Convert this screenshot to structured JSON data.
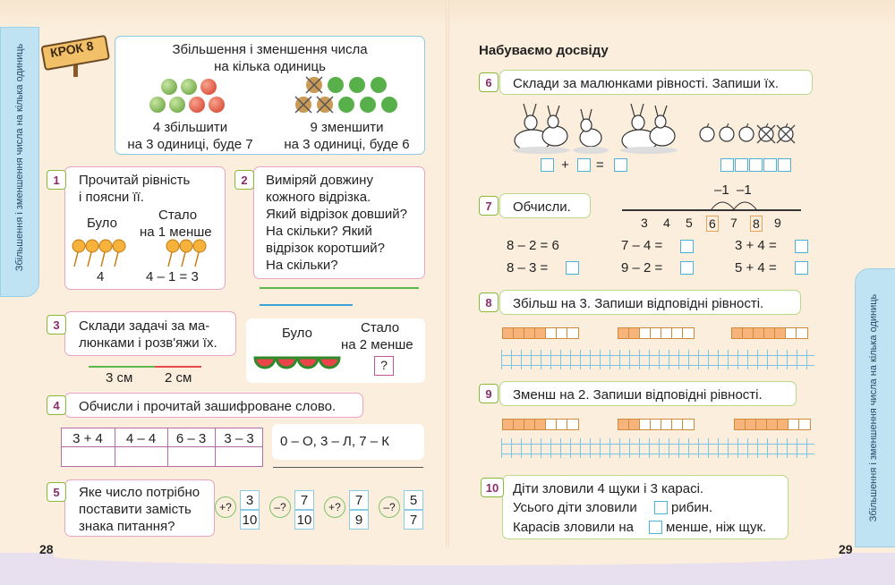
{
  "spine_text": "Збільшення і зменшення числа на кілька одиниць",
  "step": "КРОК 8",
  "header": {
    "title_line1": "Збільшення і зменшення числа",
    "title_line2": "на кілька одиниць",
    "left_caption1": "4 збільшити",
    "left_caption2": "на 3 одиниці, буде 7",
    "right_caption1": "9 зменшити",
    "right_caption2": "на 3 одиниці, буде 6"
  },
  "ex1": {
    "num": "1",
    "line1": "Прочитай рівність",
    "line2": "і поясни її.",
    "was": "Було",
    "now1": "Стало",
    "now2": "на 1 менше",
    "val_left": "4",
    "val_right": "4 – 1 = 3"
  },
  "ex2": {
    "num": "2",
    "lines": [
      "Виміряй довжину",
      "кожного відрізка.",
      "Який відрізок довший?",
      "На скільки? Який",
      "відрізок коротший?",
      "На скільки?"
    ]
  },
  "ex3": {
    "num": "3",
    "line1": "Склади задачі за ма-",
    "line2": "люнками і розв'яжи їх.",
    "seg_left": "3 см",
    "seg_right": "2 см",
    "was": "Було",
    "now1": "Стало",
    "now2": "на 2 менше",
    "q": "?"
  },
  "ex4": {
    "num": "4",
    "text": "Обчисли і прочитай зашифроване слово.",
    "cells": [
      "3 + 4",
      "4 – 4",
      "6 – 3",
      "3 – 3"
    ],
    "key": "0 – О, 3 – Л, 7 – К"
  },
  "ex5": {
    "num": "5",
    "line1": "Яке число потрібно",
    "line2": "поставити замість",
    "line3": "знака питання?",
    "items": [
      {
        "op": "+?",
        "top": "3",
        "bottom": "10"
      },
      {
        "op": "–?",
        "top": "7",
        "bottom": "10"
      },
      {
        "op": "+?",
        "top": "7",
        "bottom": "9"
      },
      {
        "op": "–?",
        "top": "5",
        "bottom": "7"
      }
    ]
  },
  "page_left": "28",
  "page_right": "29",
  "right": {
    "heading": "Набуваємо досвіду",
    "ex6": {
      "num": "6",
      "text": "Склади за малюнками рівності. Запиши їх.",
      "plus": "+",
      "eq": "="
    },
    "ex7": {
      "num": "7",
      "text": "Обчисли.",
      "jumps": "–1  –1",
      "line_nums": [
        "3",
        "4",
        "5",
        "6",
        "7",
        "8",
        "9"
      ],
      "rows": [
        [
          "8 – 2 = 6",
          "7 – 4 =",
          "3 + 4 ="
        ],
        [
          "8 – 3 =",
          "9 – 2 =",
          "5 + 4 ="
        ]
      ]
    },
    "ex8": {
      "num": "8",
      "text": "Збільш на 3. Запиши відповідні рівності."
    },
    "ex9": {
      "num": "9",
      "text": "Зменш на 2. Запиши відповідні рівності."
    },
    "ex10": {
      "num": "10",
      "line1": "Діти зловили 4 щуки і 3 карасі.",
      "line2a": "Усього діти зловили",
      "line2b": "рибин.",
      "line3a": "Карасів зловили на",
      "line3b": "менше, ніж щук."
    }
  },
  "colors": {
    "pink_border": "#e7a4c4",
    "blue_border": "#8ccbe6",
    "green_arrow": "#88b93a",
    "purple_num": "#8b2d6b"
  }
}
